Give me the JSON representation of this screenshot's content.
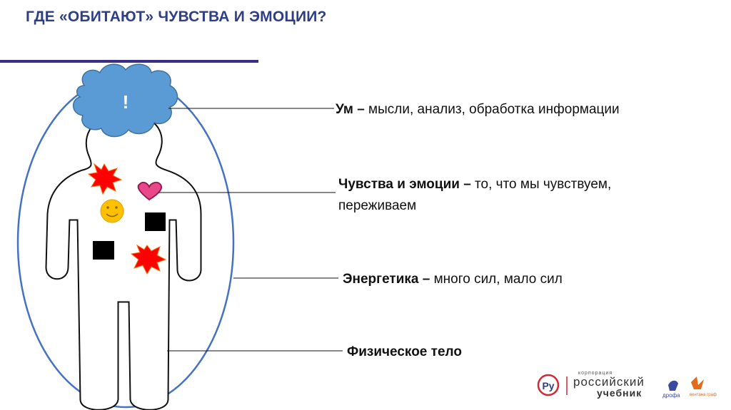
{
  "slide": {
    "title": "ГДЕ «ОБИТАЮТ» ЧУВСТВА И ЭМОЦИИ?",
    "cloud_mark": "!"
  },
  "labels": {
    "mind_bold": "Ум –",
    "mind_text": " мысли, анализ, обработка информации",
    "feel_bold": "Чувства и эмоции –",
    "feel_text": " то, что мы чувствуем, переживаем",
    "energy_bold": "Энергетика –",
    "energy_text": " много сил, мало сил",
    "body_bold": "Физическое тело"
  },
  "logo": {
    "corp_small": "корпорация",
    "corp_main1": "российский",
    "corp_main2": "учебник",
    "drofa": "дрофа",
    "ventana": "вентана граф"
  },
  "colors": {
    "title": "#2e3f87",
    "rule": "#3b2d8c",
    "oval": "#4472c4",
    "cloud": "#5b9bd5",
    "heart": "#e8488a",
    "star": "#ff0000",
    "smiley": "#ffc000"
  }
}
